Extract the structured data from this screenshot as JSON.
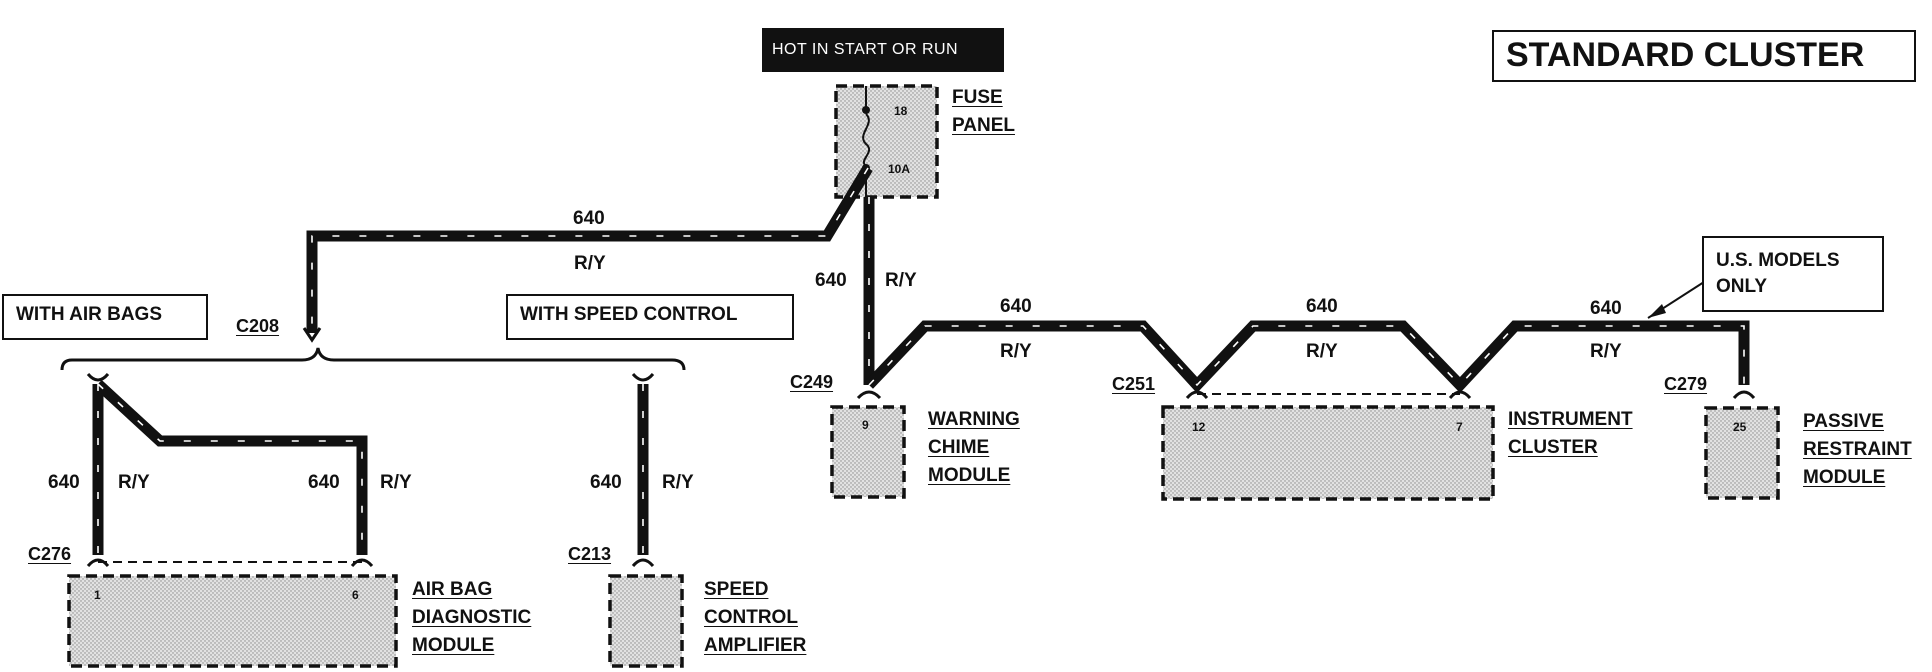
{
  "title": "STANDARD CLUSTER",
  "power_label": "HOT IN START OR RUN",
  "fuse_panel": {
    "line1": "FUSE",
    "line2": "PANEL",
    "fuse_number": "18",
    "fuse_rating": "10A"
  },
  "group_labels": {
    "air_bags": "WITH AIR BAGS",
    "speed_control": "WITH SPEED CONTROL",
    "us_models": [
      "U.S. MODELS",
      "ONLY"
    ]
  },
  "connectors": {
    "c208": "C208",
    "c249": "C249",
    "c251": "C251",
    "c279": "C279",
    "c276": "C276",
    "c213": "C213"
  },
  "circuit": {
    "number": "640",
    "color": "R/Y"
  },
  "modules": {
    "warning_chime": {
      "lines": [
        "WARNING",
        "CHIME",
        "MODULE"
      ],
      "pin": "9"
    },
    "instrument_cluster": {
      "lines": [
        "INSTRUMENT",
        "CLUSTER"
      ],
      "pins": [
        "12",
        "7"
      ]
    },
    "passive_restraint": {
      "lines": [
        "PASSIVE",
        "RESTRAINT",
        "MODULE"
      ],
      "pin": "25"
    },
    "air_bag_diagnostic": {
      "lines": [
        "AIR BAG",
        "DIAGNOSTIC",
        "MODULE"
      ],
      "pins": [
        "1",
        "6"
      ]
    },
    "speed_control_amplifier": {
      "lines": [
        "SPEED",
        "CONTROL",
        "AMPLIFIER"
      ]
    }
  }
}
